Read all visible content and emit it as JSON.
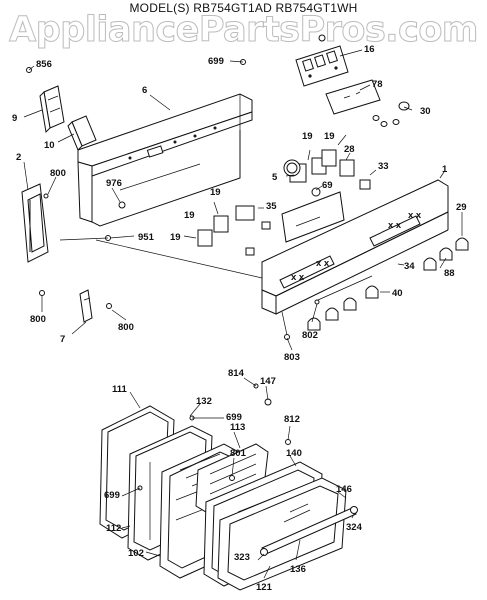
{
  "header": {
    "title": "MODEL(S) RB754GT1AD  RB754GT1WH",
    "watermark": "AppliancePartsPros.com"
  },
  "callouts": [
    "856",
    "699",
    "6",
    "16",
    "78",
    "30",
    "9",
    "10",
    "2",
    "800",
    "976",
    "19",
    "28",
    "33",
    "1",
    "5",
    "69",
    "35",
    "19",
    "29",
    "19",
    "951",
    "34",
    "88",
    "40",
    "800",
    "7",
    "800",
    "802",
    "803",
    "814",
    "147",
    "111",
    "132",
    "699",
    "812",
    "113",
    "801",
    "140",
    "699",
    "146",
    "112",
    "324",
    "102",
    "323",
    "136",
    "121",
    "19",
    "19"
  ]
}
